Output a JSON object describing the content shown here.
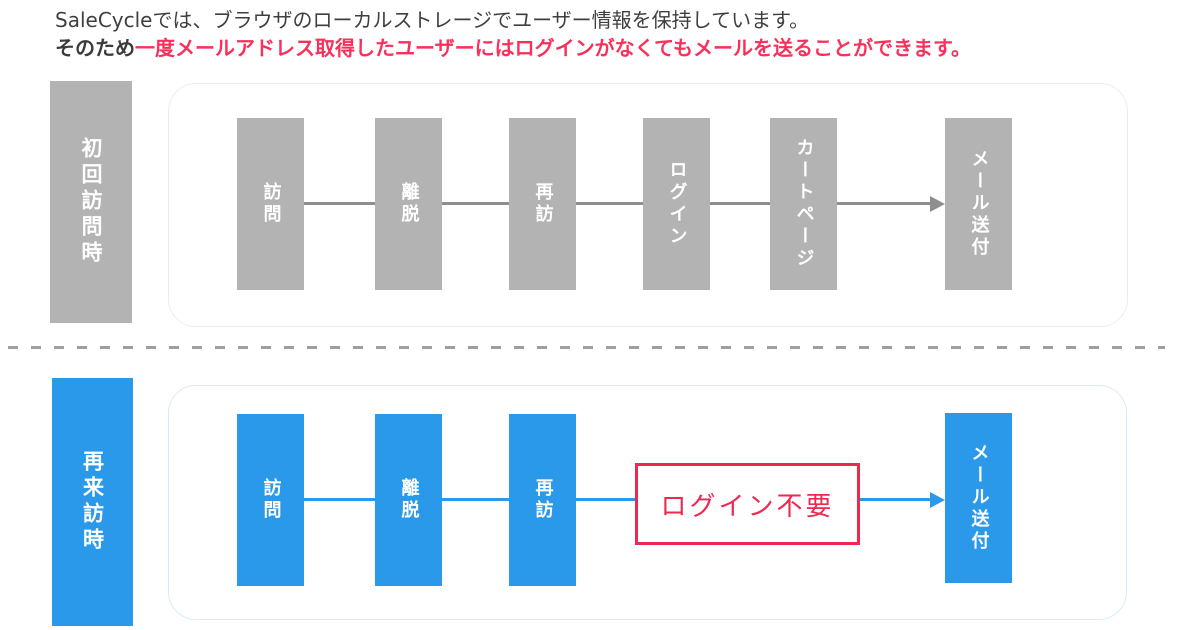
{
  "header": {
    "line1": "SaleCycleでは、ブラウザのローカルストレージでユーザー情報を保持しています。",
    "line2_prefix": "そのため",
    "line2_highlight": "一度メールアドレス取得したユーザーにはログインがなくてもメールを送ることができます。"
  },
  "sections": {
    "first_visit": {
      "label": "初回訪問時",
      "steps": [
        "訪問",
        "離脱",
        "再訪",
        "ログイン",
        "カートページ",
        "メール送付"
      ]
    },
    "return_visit": {
      "label": "再来訪時",
      "steps": [
        "訪問",
        "離脱",
        "再訪"
      ],
      "highlight_box": "ログイン不要",
      "final_step": "メール送付"
    }
  },
  "colors": {
    "gray_box": "#b3b3b3",
    "gray_connector": "#8f8f8f",
    "blue": "#2b99ea",
    "red_accent": "#ee2950",
    "header_red": "#f9305a",
    "header_text": "#3f3f3f",
    "frame_border_top": "#ececec",
    "frame_border_bottom": "#d9eafa"
  }
}
